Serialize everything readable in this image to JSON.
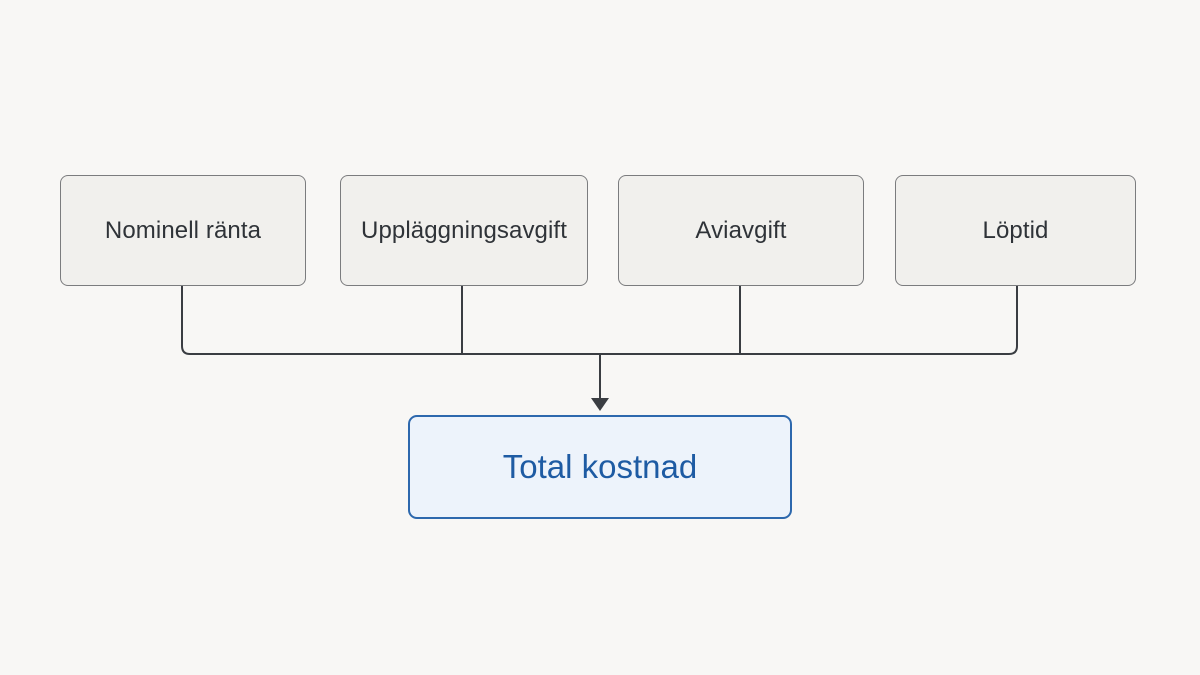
{
  "factors": [
    {
      "label": "Nominell ränta"
    },
    {
      "label": "Uppläggningsavgift"
    },
    {
      "label": "Aviavgift"
    },
    {
      "label": "Löptid"
    }
  ],
  "result": {
    "label": "Total kostnad"
  },
  "colors": {
    "background": "#f8f7f5",
    "factor_fill": "#f1f0ed",
    "factor_border": "#7b7c7e",
    "connector": "#3a3d42",
    "result_fill": "#edf3fb",
    "result_border": "#2d68ad",
    "result_text": "#1e5ba3"
  }
}
